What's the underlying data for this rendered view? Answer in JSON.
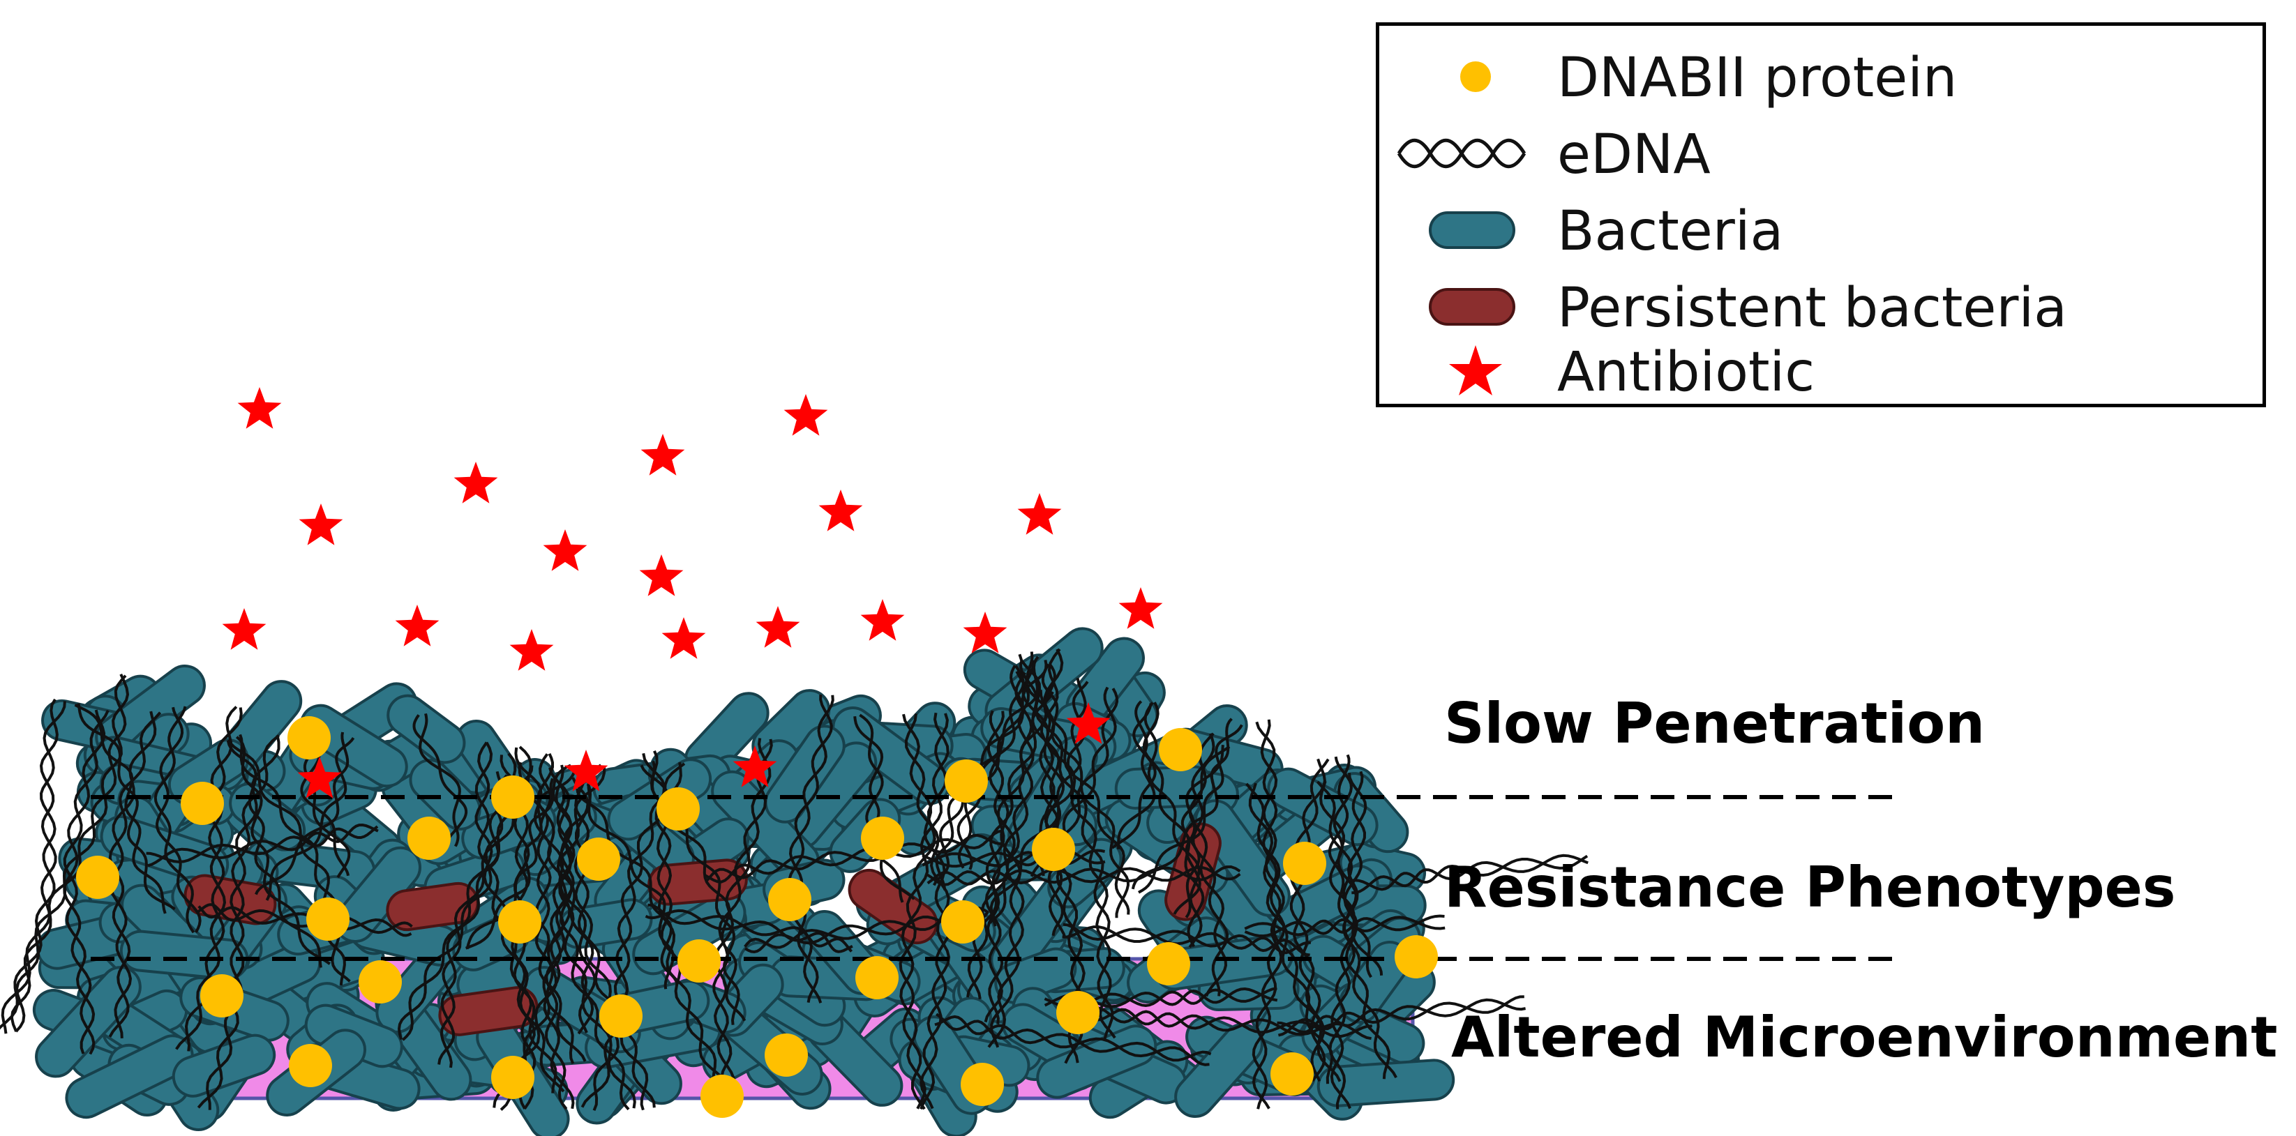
{
  "legend": {
    "items": [
      {
        "label": "DNABII protein",
        "icon": "protein-dot-icon"
      },
      {
        "label": "eDNA",
        "icon": "edna-helix-icon"
      },
      {
        "label": "Bacteria",
        "icon": "bacteria-rod-icon"
      },
      {
        "label": "Persistent bacteria",
        "icon": "persistent-bacteria-rod-icon"
      },
      {
        "label": "Antibiotic",
        "icon": "antibiotic-star-icon"
      }
    ]
  },
  "layers": {
    "slow_penetration": "Slow Penetration",
    "resistance_phenotypes": "Resistance Phenotypes",
    "altered_microenvironment": "Altered Microenvironment"
  },
  "colors": {
    "protein": "#FFC000",
    "bacteria": "#2E7586",
    "bacteria_stroke": "#17414C",
    "persistent": "#8B2E2E",
    "persistent_stroke": "#4A1414",
    "antibiotic": "#FF0000",
    "substrate": "#F08AE8",
    "edna": "#111111"
  }
}
